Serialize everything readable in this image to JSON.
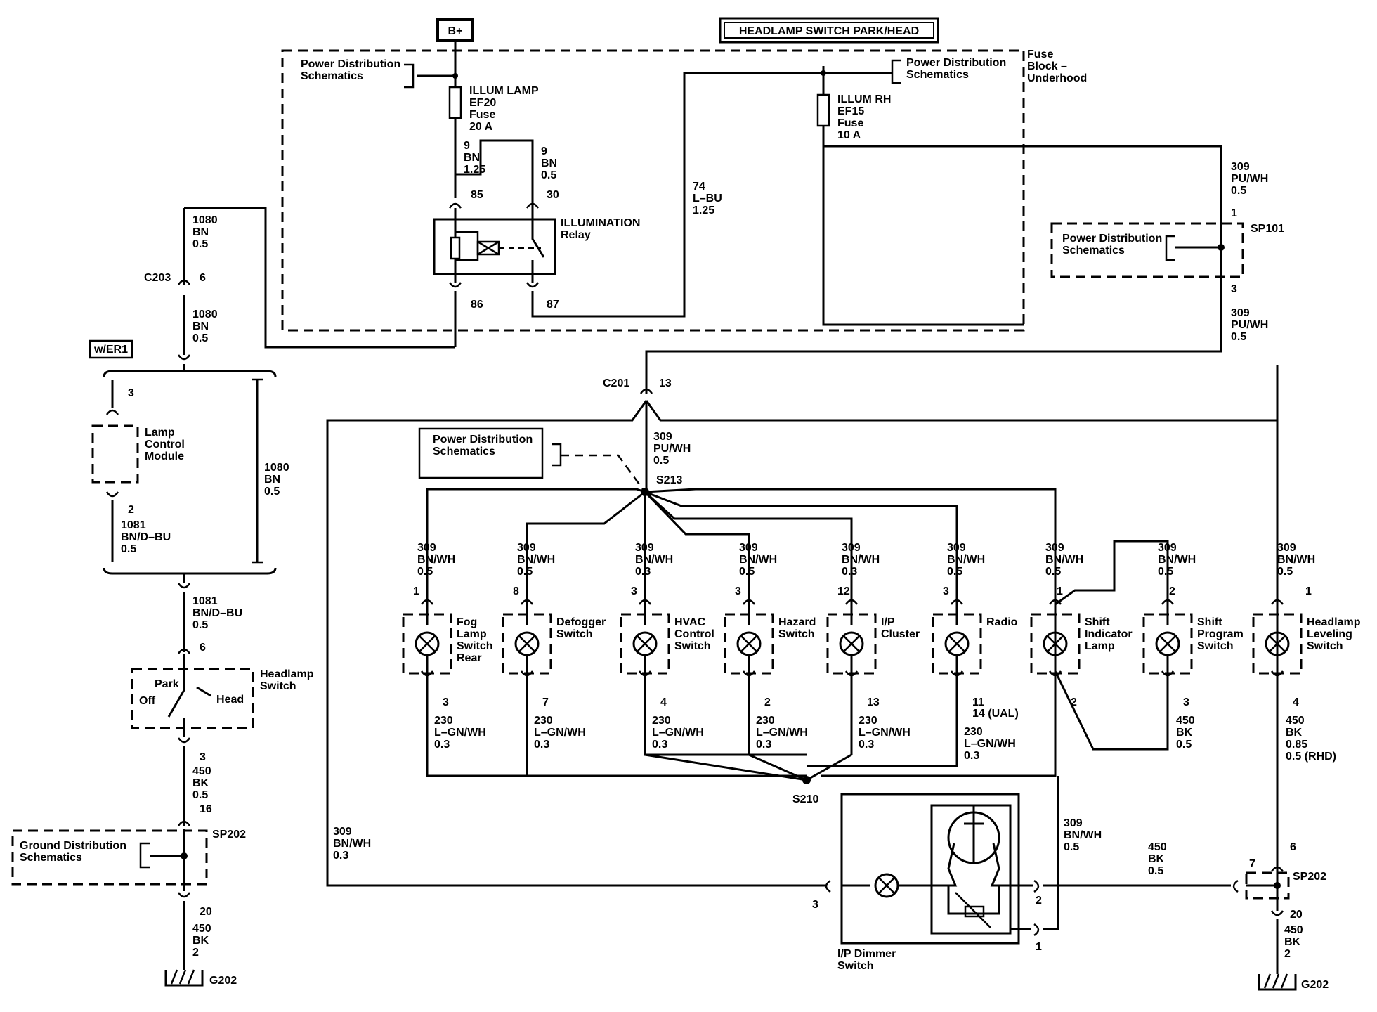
{
  "title": "HEADLAMP SWITCH PARK/HEAD",
  "battery": "B+",
  "top": {
    "pds1": [
      "Power Distribution",
      "Schematics"
    ],
    "pds2": [
      "Power Distribution",
      "Schematics"
    ],
    "fuse_block": [
      "Fuse",
      "Block –",
      "Underhood"
    ],
    "fuse_ef20": [
      "ILLUM LAMP",
      "EF20",
      "Fuse",
      "20 A"
    ],
    "fuse_ef15": [
      "ILLUM RH",
      "EF15",
      "Fuse",
      "10 A"
    ],
    "wire_85": [
      "9",
      "BN",
      "1.25"
    ],
    "wire_30": [
      "9",
      "BN",
      "0.5"
    ],
    "pin_85": "85",
    "pin_30": "30",
    "pin_86": "86",
    "pin_87": "87",
    "relay": [
      "ILLUMINATION",
      "Relay"
    ],
    "wire_74": [
      "74",
      "L–BU",
      "1.25"
    ]
  },
  "right_top": {
    "wire_309_top": [
      "309",
      "PU/WH",
      "0.5"
    ],
    "pin_1": "1",
    "pin_3": "3",
    "sp101": "SP101",
    "pds3": [
      "Power Distribution",
      "Schematics"
    ],
    "wire_309_bottom": [
      "309",
      "PU/WH",
      "0.5"
    ]
  },
  "left": {
    "wire_1080_a": [
      "1080",
      "BN",
      "0.5"
    ],
    "c203": "C203",
    "c203_pin": "6",
    "wire_1080_b": [
      "1080",
      "BN",
      "0.5"
    ],
    "option": "w/ER1",
    "lcm_pin3": "3",
    "lcm": [
      "Lamp",
      "Control",
      "Module"
    ],
    "lcm_pin2": "2",
    "wire_1081_a": [
      "1081",
      "BN/D–BU",
      "0.5"
    ],
    "wire_1080_c": [
      "1080",
      "BN",
      "0.5"
    ],
    "wire_1081_b": [
      "1081",
      "BN/D–BU",
      "0.5"
    ],
    "hs_pin6": "6",
    "hs_park": "Park",
    "hs_off": "Off",
    "hs_head": "Head",
    "hs_label": [
      "Headlamp",
      "Switch"
    ],
    "hs_pin3": "3",
    "wire_450_a": [
      "450",
      "BK",
      "0.5"
    ],
    "sp202_pin16": "16",
    "gds": [
      "Ground Distribution",
      "Schematics"
    ],
    "sp202": "SP202",
    "sp202_pin20": "20",
    "wire_450_b": [
      "450",
      "BK",
      "2"
    ],
    "g202": "G202"
  },
  "center": {
    "c201": "C201",
    "c201_pin": "13",
    "pds4": [
      "Power Distribution",
      "Schematics"
    ],
    "wire_309_s213": [
      "309",
      "PU/WH",
      "0.5"
    ],
    "s213": "S213",
    "s210": "S210",
    "wire_309_left": [
      "309",
      "BN/WH",
      "0.3"
    ]
  },
  "lamps": [
    {
      "wire_top": [
        "309",
        "BN/WH",
        "0.5"
      ],
      "pin_top": "1",
      "label": [
        "Fog",
        "Lamp",
        "Switch",
        "Rear"
      ],
      "pin_bottom": "3",
      "wire_bottom": [
        "230",
        "L–GN/WH",
        "0.3"
      ]
    },
    {
      "wire_top": [
        "309",
        "BN/WH",
        "0.5"
      ],
      "pin_top": "8",
      "label": [
        "Defogger",
        "Switch"
      ],
      "pin_bottom": "7",
      "wire_bottom": [
        "230",
        "L–GN/WH",
        "0.3"
      ]
    },
    {
      "wire_top": [
        "309",
        "BN/WH",
        "0.3"
      ],
      "pin_top": "3",
      "label": [
        "HVAC",
        "Control",
        "Switch"
      ],
      "pin_bottom": "4",
      "wire_bottom": [
        "230",
        "L–GN/WH",
        "0.3"
      ]
    },
    {
      "wire_top": [
        "309",
        "BN/WH",
        "0.5"
      ],
      "pin_top": "3",
      "label": [
        "Hazard",
        "Switch"
      ],
      "pin_bottom": "2",
      "wire_bottom": [
        "230",
        "L–GN/WH",
        "0.3"
      ]
    },
    {
      "wire_top": [
        "309",
        "BN/WH",
        "0.3"
      ],
      "pin_top": "12",
      "label": [
        "I/P",
        "Cluster"
      ],
      "pin_bottom": "13",
      "wire_bottom": [
        "230",
        "L–GN/WH",
        "0.3"
      ]
    },
    {
      "wire_top": [
        "309",
        "BN/WH",
        "0.5"
      ],
      "pin_top": "3",
      "label": [
        "Radio"
      ],
      "pin_bottom": "11",
      "pin_bottom2": "14 (UAL)",
      "wire_bottom": [
        "230",
        "L–GN/WH",
        "0.3"
      ]
    },
    {
      "wire_top": [
        "309",
        "BN/WH",
        "0.5"
      ],
      "pin_top": "1",
      "label": [
        "Shift",
        "Indicator",
        "Lamp"
      ],
      "pin_bottom": "2",
      "wire_bottom": []
    },
    {
      "wire_top": [
        "309",
        "BN/WH",
        "0.5"
      ],
      "pin_top": "2",
      "label": [
        "Shift",
        "Program",
        "Switch"
      ],
      "pin_bottom": "3",
      "wire_bottom": [
        "450",
        "BK",
        "0.5"
      ]
    },
    {
      "wire_top": [
        "309",
        "BN/WH",
        "0.5"
      ],
      "pin_top": "1",
      "label": [
        "Headlamp",
        "Leveling",
        "Switch"
      ],
      "pin_bottom": "4",
      "wire_bottom": [
        "450",
        "BK",
        "0.85",
        "0.5 (RHD)"
      ]
    }
  ],
  "bottom": {
    "dimmer": [
      "I/P Dimmer",
      "Switch"
    ],
    "dimmer_pin3": "3",
    "dimmer_pin2": "2",
    "dimmer_pin1": "1",
    "wire_309_dim": [
      "309",
      "BN/WH",
      "0.5"
    ],
    "wire_450_dim": [
      "450",
      "BK",
      "0.5"
    ],
    "sp202_pin7": "7",
    "sp202_pin6": "6",
    "sp202": "SP202",
    "sp202_pin20": "20",
    "wire_450_gnd": [
      "450",
      "BK",
      "2"
    ],
    "g202": "G202"
  }
}
